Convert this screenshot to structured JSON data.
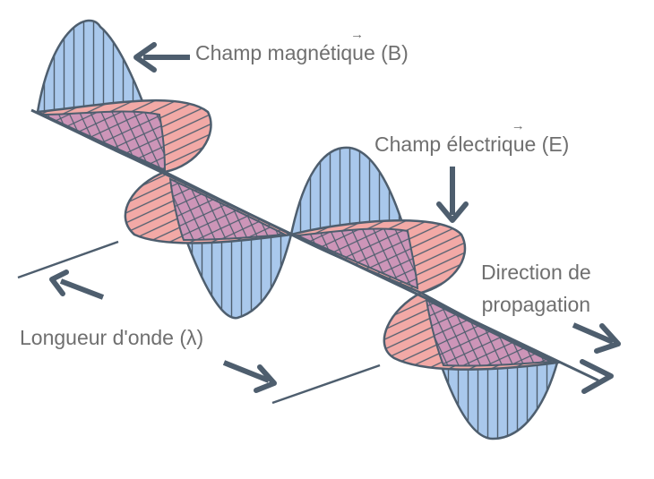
{
  "labels": {
    "magnetic_prefix": "Champ magnétiq",
    "magnetic_vec_letter": "u",
    "magnetic_suffix": "e (B)",
    "electric_prefix": "Champ électriq",
    "electric_vec_letter": "u",
    "electric_suffix": "e (E)",
    "direction_line1": "Direction de",
    "direction_line2": "propagation",
    "wavelength": "Longueur d'onde (λ)"
  },
  "colors": {
    "magnetic_fill": "#a9c8ec",
    "electric_fill": "#f2a9a6",
    "overlap_fill": "#cd95b8",
    "stroke": "#4e5e6e",
    "text": "#6f6f6f",
    "arrow": "#4e5e6e"
  },
  "icons": [
    "arrow-magnetic-icon",
    "arrow-electric-icon",
    "arrow-propagation-icon",
    "arrow-wavelength-left-icon",
    "arrow-wavelength-right-icon"
  ]
}
